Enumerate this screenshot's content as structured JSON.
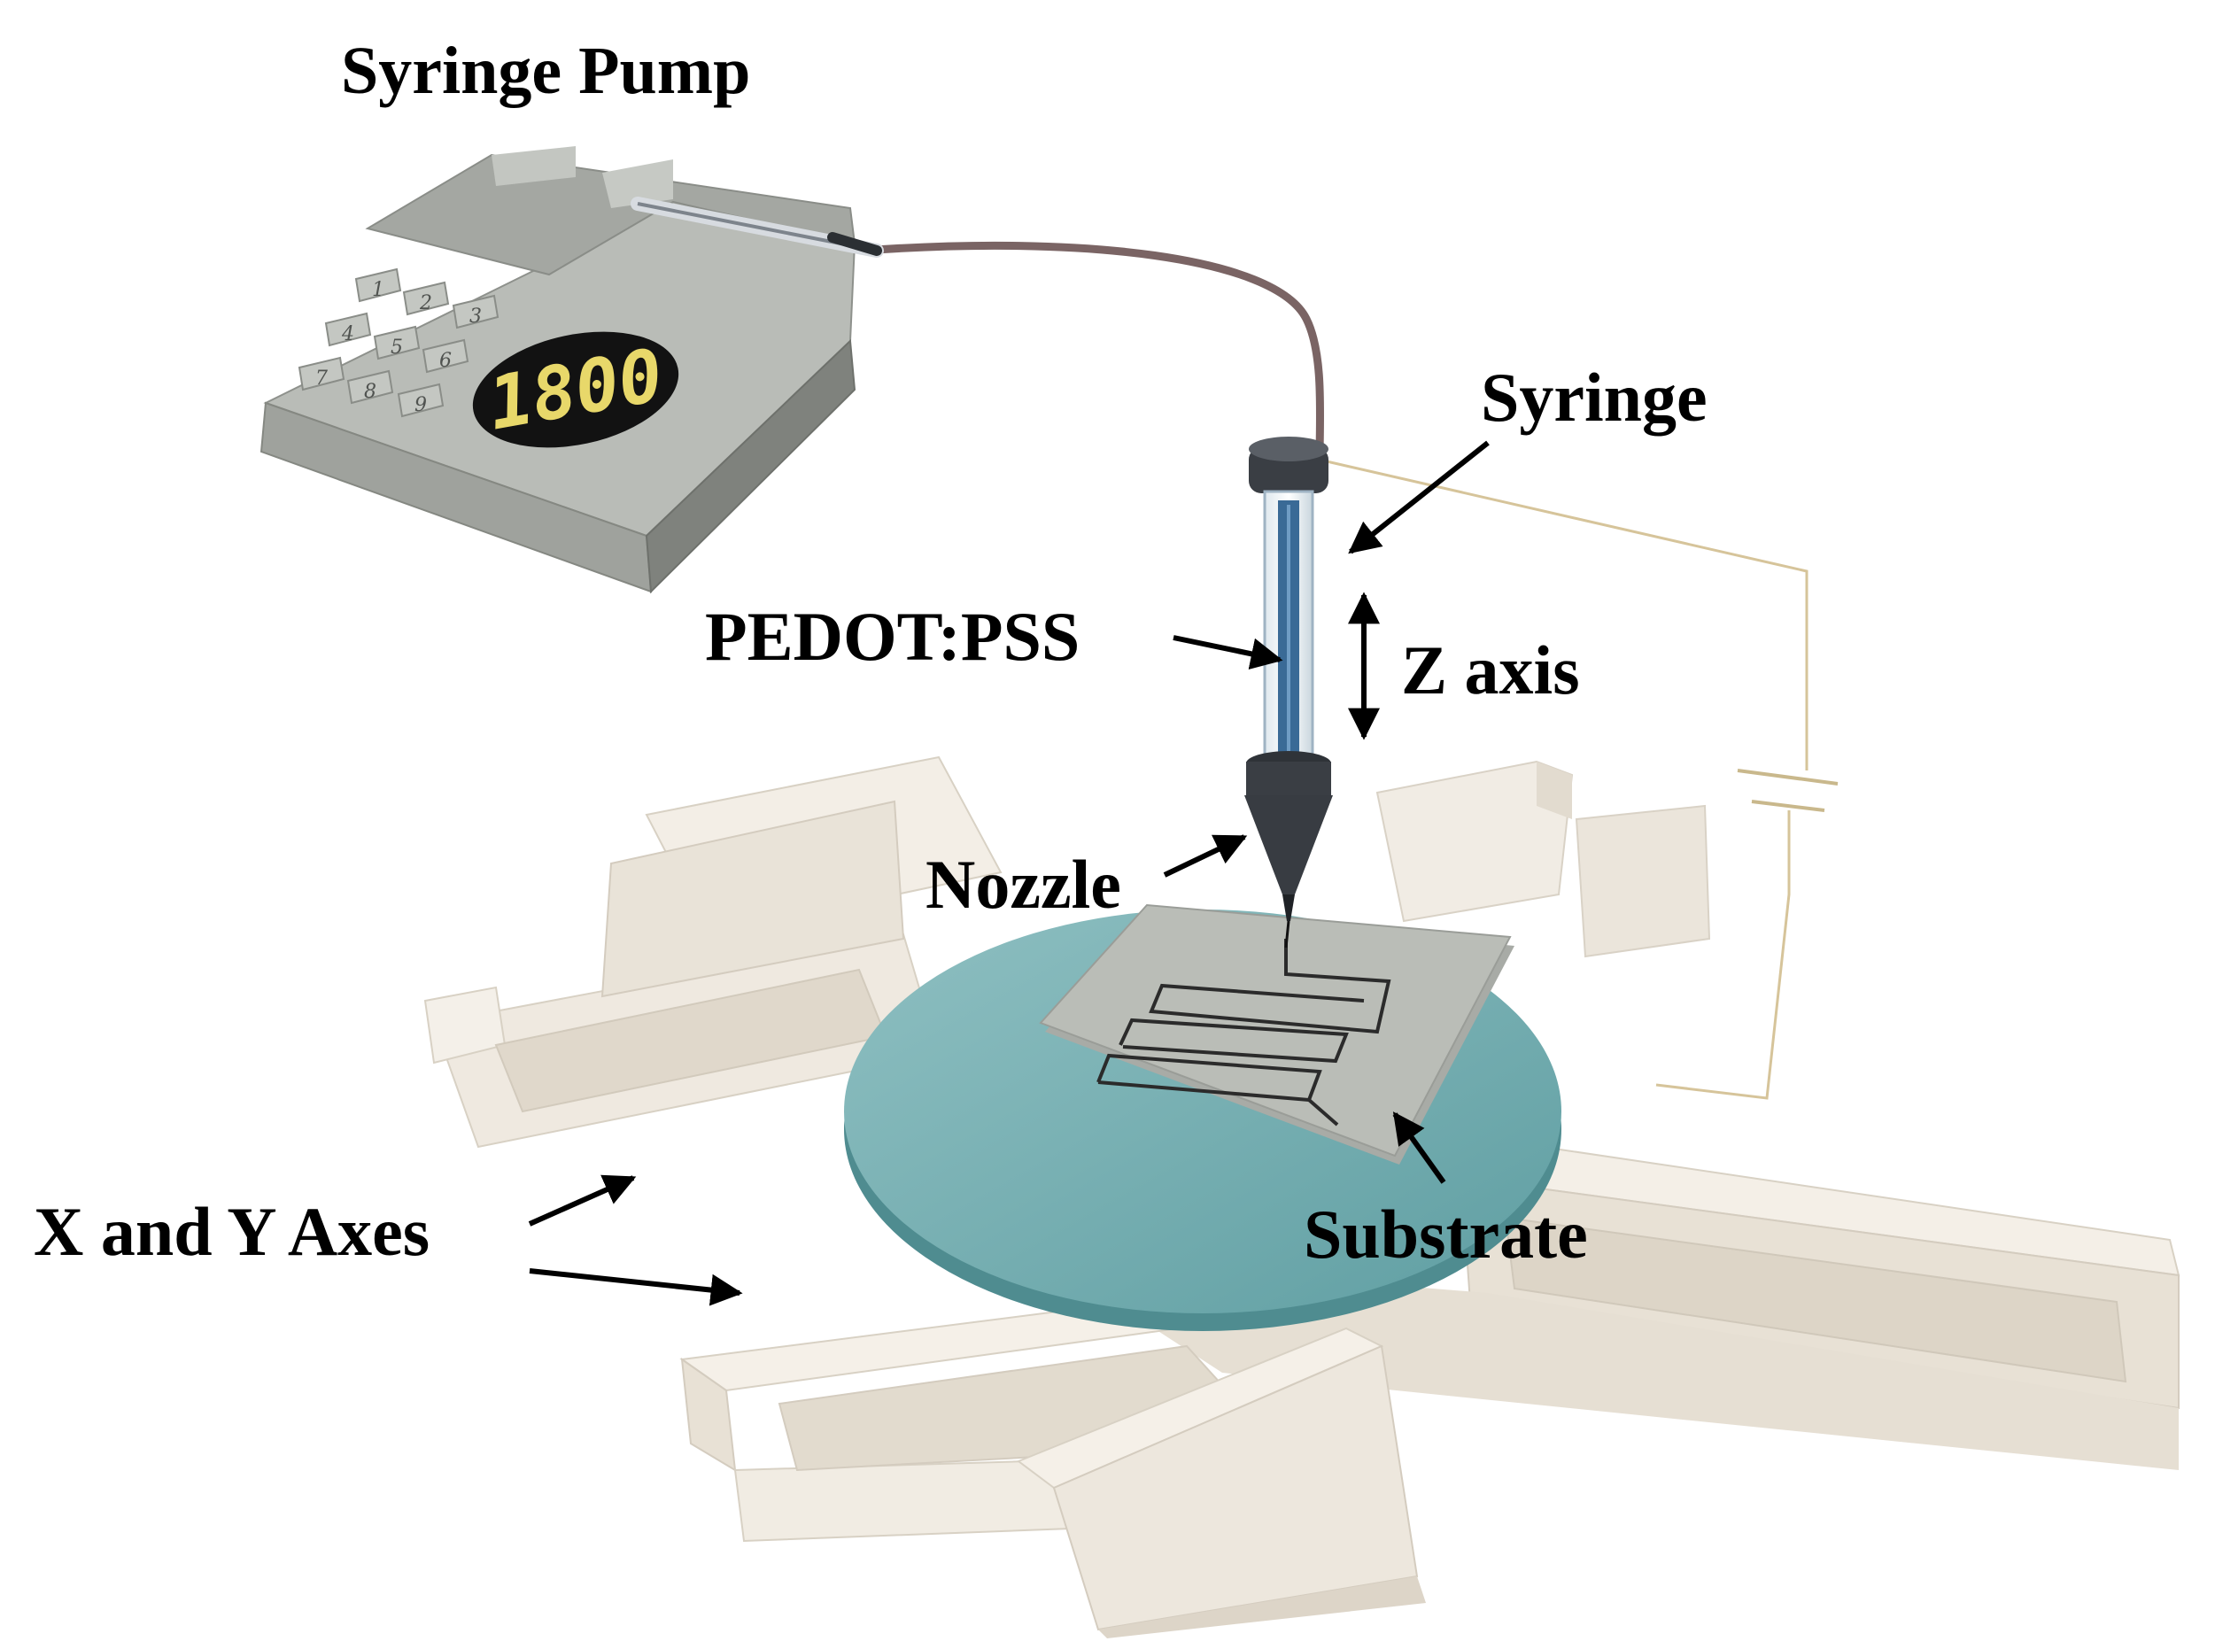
{
  "labels": {
    "syringe_pump": "Syringe Pump",
    "syringe": "Syringe",
    "pedot_pss": "PEDOT:PSS",
    "z_axis": "Z axis",
    "nozzle": "Nozzle",
    "xy_axes": "X and Y Axes",
    "substrate": "Substrate"
  },
  "pump": {
    "display_value": "1800",
    "keypad": [
      "1",
      "2",
      "3",
      "4",
      "5",
      "6",
      "7",
      "8",
      "9"
    ]
  },
  "colors": {
    "pump_body": "#b8bbb6",
    "display_digits": "#e8d86a",
    "rail": "#ede8df",
    "platform": "#79aeb1",
    "substrate": "#b9bcb6",
    "ink": "#2e5c8a",
    "circuit_wire": "#d6c49a"
  }
}
